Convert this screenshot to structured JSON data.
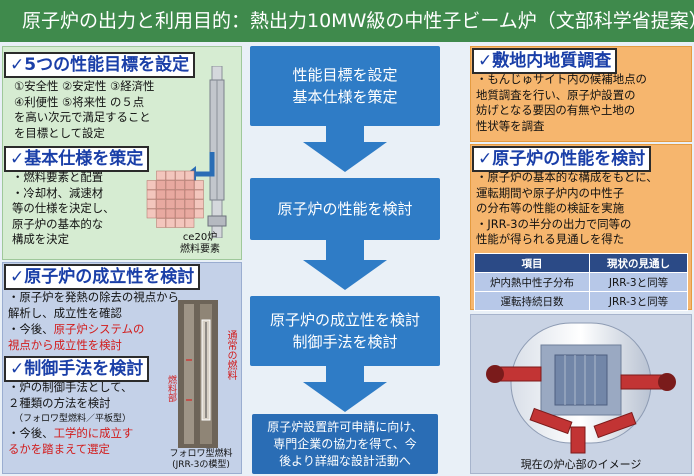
{
  "title": "原子炉の出力と利用目的：熱出力10MW級の中性子ビーム炉（文部科学省提案）",
  "left_top": {
    "heading": "✓5つの性能目標を設定",
    "body": "①安全性 ②安定性 ③経済性\n④利便性 ⑤将来性 の５点\nを高い次元で満足すること\nを目標として設定"
  },
  "left_mid": {
    "heading": "✓基本仕様を策定",
    "body": "・燃料要素と配置\n・冷却材、減速材\n等の仕様を決定し、\n原子炉の基本的な\n構成を決定",
    "caption": "ce20炉\n燃料要素"
  },
  "left_bottom": {
    "heading1": "✓原子炉の成立性を検討",
    "body1": "・原子炉を発熱の除去の視点から\n解析し、成立性を確認",
    "body1b": "・今後、",
    "body1_red": "原子炉システムの\n視点から成立性を検討",
    "heading2": "✓制御手法を検討",
    "body2": "・炉の制御手法として、\n２種類の方法を検討",
    "body2_small": "（フォロワ型燃料／平板型）",
    "body2b": "・今後、",
    "body2_red": "工学的に成立す\nるかを踏まえて選定",
    "side_label": "通常の燃料",
    "side_label2": "燃料部",
    "caption": "フォロワ型燃料\n(JRR-3の模型)"
  },
  "flow": {
    "box1": "性能目標を設定\n基本仕様を策定",
    "box2": "原子炉の性能を検討",
    "box3": "原子炉の成立性を検討\n制御手法を検討",
    "box4": "原子炉設置許可申請に向け、\n専門企業の協力を得て、今\n後より詳細な設計活動へ"
  },
  "right_top": {
    "heading": "✓敷地内地質調査",
    "body": "・もんじゅサイト内の候補地点の\n地質調査を行い、原子炉設置の\n妨げとなる要因の有無や土地の\n性状等を調査"
  },
  "right_mid": {
    "heading": "✓原子炉の性能を検討",
    "body": "・原子炉の基本的な構成をもとに、\n運転期間や原子炉内の中性子\nの分布等の性能の検証を実施\n・JRR-3の半分の出力で同等の\n性能が得られる見通しを得た",
    "table": {
      "headers": [
        "項目",
        "現状の見通し"
      ],
      "rows": [
        [
          "炉内熱中性子分布",
          "JRR-3と同等"
        ],
        [
          "運転持続日数",
          "JRR-3と同等"
        ]
      ]
    }
  },
  "right_bottom": {
    "caption": "現在の炉心部のイメージ"
  },
  "colors": {
    "title_bg": "#3f8a4c",
    "flow_blue": "#2f7cc6",
    "accent_red": "#d21b1b"
  }
}
